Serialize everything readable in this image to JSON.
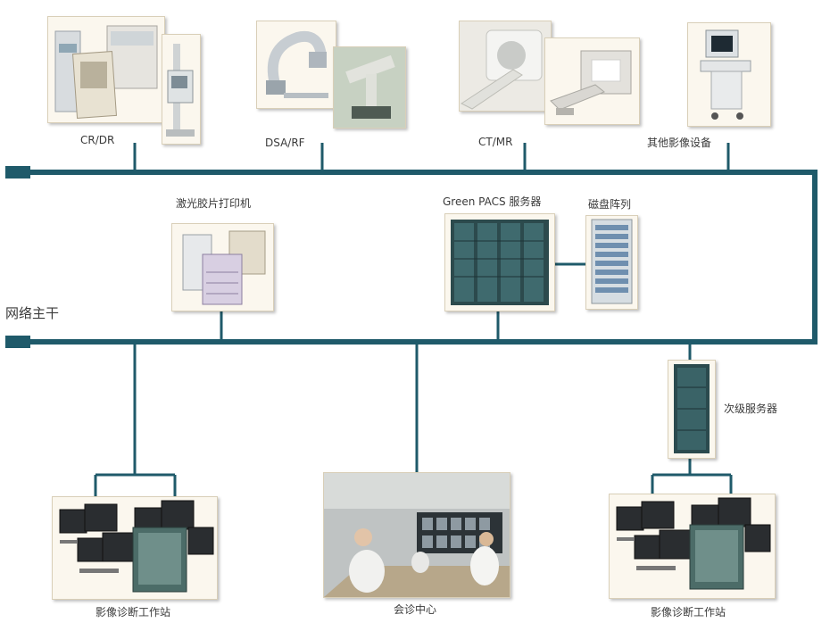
{
  "backbone_label": "网络主干",
  "devices": {
    "cr_dr": "CR/DR",
    "dsa_rf": "DSA/RF",
    "ct_mr": "CT/MR",
    "other": "其他影像设备",
    "laser_printer": "激光胶片打印机",
    "pacs_server": "Green PACS 服务器",
    "disk_array": "磁盘阵列",
    "secondary_server": "次级服务器",
    "workstation_left": "影像诊断工作站",
    "consult_center": "会诊中心",
    "workstation_right": "影像诊断工作站"
  },
  "colors": {
    "line": "#1f5a6a",
    "frame": "#fbf7ee",
    "frame_border": "#d9cfb8"
  }
}
